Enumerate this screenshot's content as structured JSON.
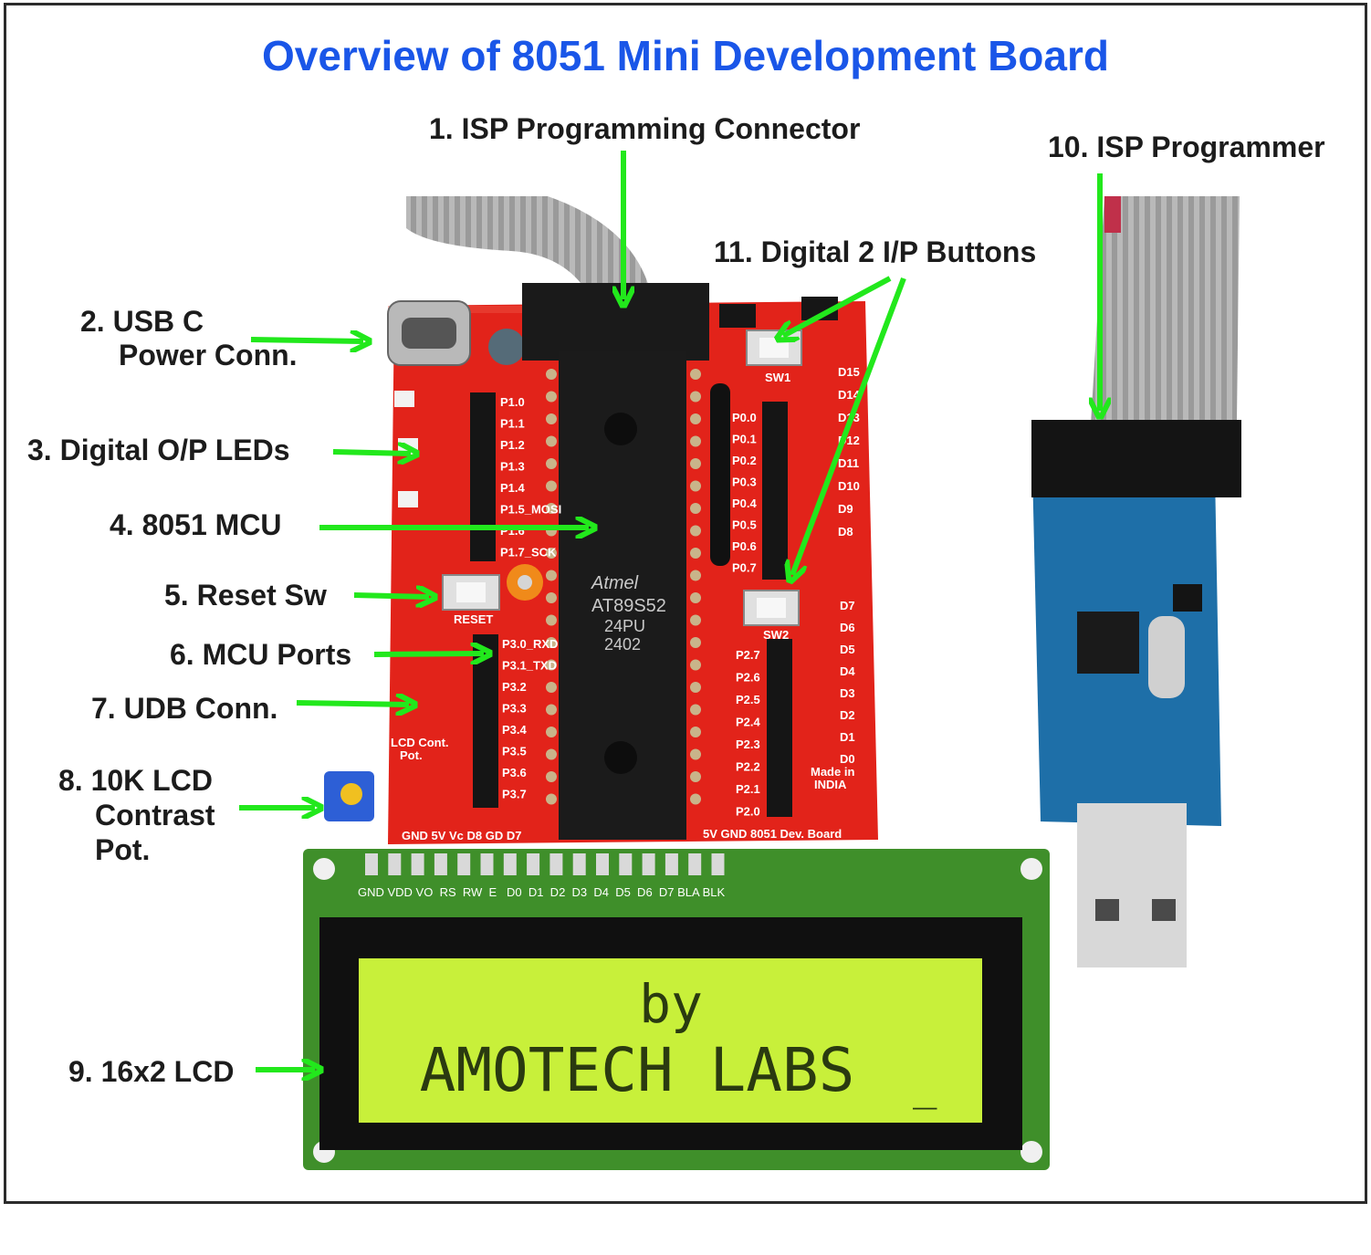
{
  "title": "Overview of 8051 Mini Development Board",
  "labels": [
    {
      "id": "isp-conn",
      "text": "1. ISP Programming Connector"
    },
    {
      "id": "usb-c-1",
      "text": "2.  USB C"
    },
    {
      "id": "usb-c-2",
      "text": "Power Conn."
    },
    {
      "id": "leds",
      "text": "3.  Digital O/P LEDs"
    },
    {
      "id": "mcu",
      "text": "4. 8051 MCU"
    },
    {
      "id": "reset",
      "text": "5. Reset Sw"
    },
    {
      "id": "ports",
      "text": "6. MCU Ports"
    },
    {
      "id": "udb",
      "text": "7. UDB Conn."
    },
    {
      "id": "pot-1",
      "text": "8. 10K LCD"
    },
    {
      "id": "pot-2",
      "text": "Contrast"
    },
    {
      "id": "pot-3",
      "text": "Pot."
    },
    {
      "id": "lcd",
      "text": "9. 16x2 LCD"
    },
    {
      "id": "programmer",
      "text": "10. ISP Programmer"
    },
    {
      "id": "buttons",
      "text": "11. Digital 2 I/P Buttons"
    }
  ],
  "board": {
    "chip_brand": "Atmel",
    "chip_model": "AT89S52",
    "chip_pkg": "24PU",
    "chip_date": "2402",
    "sw1": "SW1",
    "sw2": "SW2",
    "reset": "RESET",
    "bottom_pins": "GND 5V  Vc  D8  GD  D7",
    "bottom_right": "5V GND   8051 Dev. Board",
    "made_in": "Made in",
    "india": "INDIA",
    "lcd_cont": "LCD Cont.",
    "pot_word": "Pot.",
    "port_left": [
      "P1.0",
      "P1.1",
      "P1.2",
      "P1.3",
      "P1.4",
      "P1.5_MOSI",
      "P1.6",
      "P1.7_SCK"
    ],
    "port_left2": [
      "P3.0_RXD",
      "P3.1_TXD",
      "P3.2",
      "P3.3",
      "P3.4",
      "P3.5",
      "P3.6",
      "P3.7"
    ],
    "port_right": [
      "P0.0",
      "P0.1",
      "P0.2",
      "P0.3",
      "P0.4",
      "P0.5",
      "P0.6",
      "P0.7"
    ],
    "port_right2": [
      "P2.7",
      "P2.6",
      "P2.5",
      "P2.4",
      "P2.3",
      "P2.2",
      "P2.1",
      "P2.0"
    ],
    "d_right": [
      "D15",
      "D14",
      "D13",
      "D12",
      "D11",
      "D10",
      "D9",
      "D8"
    ],
    "d_right2": [
      "D7",
      "D6",
      "D5",
      "D4",
      "D3",
      "D2",
      "D1",
      "D0"
    ]
  },
  "lcd": {
    "pins": "GND VDD VO  RS  RW  E   D0  D1  D2  D3  D4  D5  D6  D7 BLA BLK",
    "line1": "by",
    "line2": "AMOTECH LABS",
    "cursor": "_"
  },
  "colors": {
    "title": "#1a56e8",
    "arrow": "#22e81c",
    "board": "#e2231a",
    "programmer": "#1e6fa8",
    "lcd_screen": "#c8f03a"
  }
}
